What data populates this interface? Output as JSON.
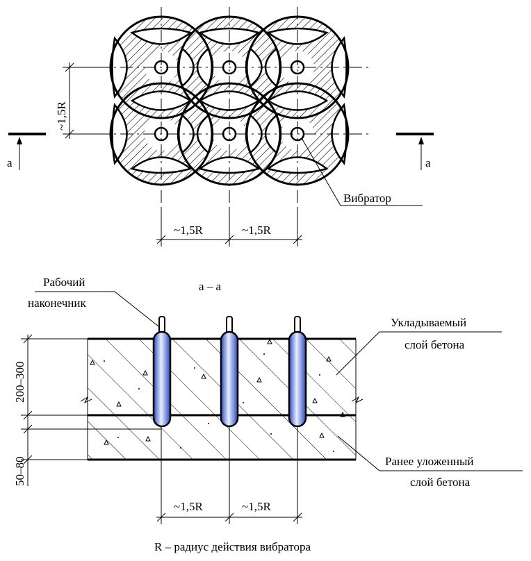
{
  "plan": {
    "section_mark_left": "а",
    "section_mark_right": "а",
    "dim_vertical": "~1,5R",
    "dim_horiz_1": "~1,5R",
    "dim_horiz_2": "~1,5R",
    "vibrator_label": "Вибратор"
  },
  "section": {
    "title": "а – а",
    "tip_label_line1": "Рабочий",
    "tip_label_line2": "наконечник",
    "layer_top_line1": "Укладываемый",
    "layer_top_line2": "слой бетона",
    "layer_bottom_line1": "Ранее уложенный",
    "layer_bottom_line2": "слой бетона",
    "dim_top_layer": "200–300",
    "dim_bottom_layer": "50–80",
    "dim_horiz_1": "~1,5R",
    "dim_horiz_2": "~1,5R"
  },
  "caption": "R – радиус действия вибратора",
  "colors": {
    "vibrator_body": "#3b5fd0",
    "vibrator_highlight": "#e8eeff"
  }
}
